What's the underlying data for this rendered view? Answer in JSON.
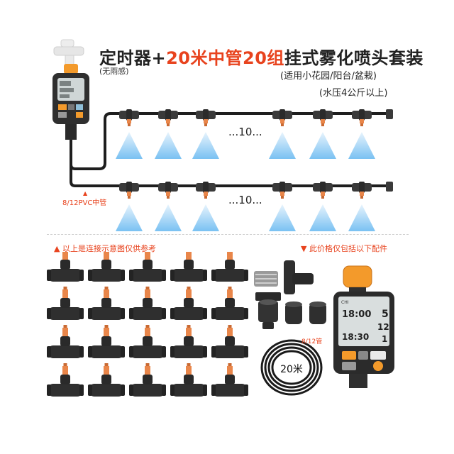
{
  "title": {
    "part1": "定时器+",
    "part2": "20米中管20组",
    "part3": "挂式雾化喷头套装"
  },
  "subtitles": {
    "rainless": "(无雨感)",
    "scope": "(适用小花园/阳台/盆栽)",
    "pressure": "(水压4公斤以上)"
  },
  "diagram": {
    "row1_ellipsis": "...10...",
    "row2_ellipsis": "...10...",
    "pipe_label": "8/12PVC中管",
    "pipe_arrow": "▲"
  },
  "notes": {
    "left": "▲ 以上是连接示意图仅供参考",
    "right": "▼ 此价格仅包括以下配件"
  },
  "parts": {
    "tube_tag": "8/12管",
    "coil_label": "20米",
    "timer_screen": {
      "time_a": "18:00",
      "time_b": "18:30",
      "num_a": "5",
      "num_b": "12",
      "num_c": "1",
      "brand": "CHI"
    }
  },
  "colors": {
    "accent": "#e8431e",
    "nozzle": "#e9864a",
    "mist": "#62b6f0",
    "fitting": "#3a3a3a",
    "timer_orange": "#f39a2b"
  }
}
